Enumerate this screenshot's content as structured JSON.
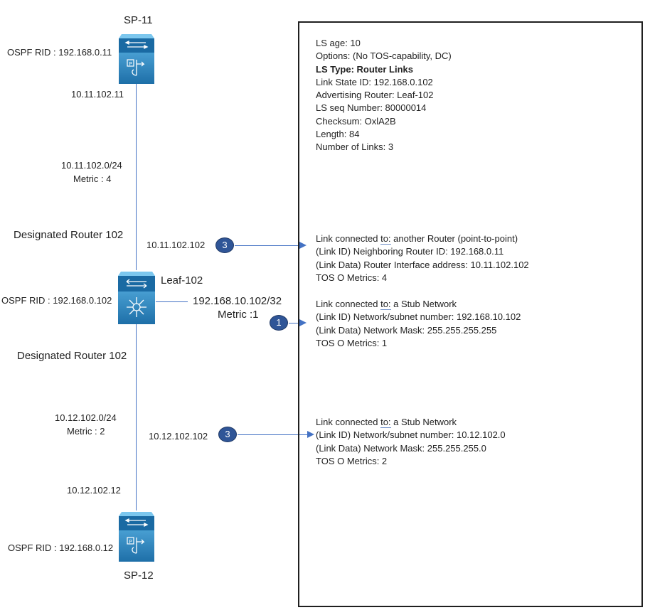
{
  "devices": {
    "sp11": {
      "name": "SP-11",
      "rid": "OSPF RID : 192.168.0.11",
      "intf_ip": "10.11.102.11"
    },
    "leaf": {
      "name": "Leaf-102",
      "rid": "OSPF RID : 192.168.0.102"
    },
    "sp12": {
      "name": "SP-12",
      "rid": "OSPF RID : 192.168.0.12",
      "intf_ip": "10.12.102.12"
    }
  },
  "links": {
    "top": {
      "subnet": "10.11.102.0/24",
      "metric": "Metric : 4",
      "dr": "Designated Router 102",
      "leaf_ip": "10.11.102.102",
      "badge": "3"
    },
    "stub": {
      "prefix": "192.168.10.102/32",
      "metric": "Metric :1",
      "badge": "1"
    },
    "bottom": {
      "subnet": "10.12.102.0/24",
      "metric": "Metric : 2",
      "dr": "Designated Router 102",
      "leaf_ip": "10.12.102.102",
      "badge": "3"
    }
  },
  "lsa": {
    "header": [
      "LS age: 10",
      "Options: (No TOS-capability, DC)",
      "LS Type: Router Links",
      "Link State ID: 192.168.0.102",
      "Advertising Router: Leaf-102",
      "LS seq Number: 80000014",
      "Checksum: OxlA2B",
      "Length: 84",
      "Number of Links: 3"
    ],
    "link1": {
      "prefix": "Link connected ",
      "underlined": "to:",
      "rest": " another Router (point-to-point)",
      "lines": [
        "(Link ID) Neighboring Router ID: 192.168.0.11",
        "(Link Data) Router Interface address: 10.11.102.102",
        "TOS O Metrics: 4"
      ]
    },
    "link2": {
      "prefix": "Link connected ",
      "underlined": "to:",
      "rest": " a Stub Network",
      "lines": [
        "(Link ID) Network/subnet number: 192.168.10.102",
        "(Link Data) Network Mask: 255.255.255.255",
        "TOS O Metrics: 1"
      ]
    },
    "link3": {
      "prefix": "Link connected ",
      "underlined": "to:",
      "rest": " a Stub Network",
      "lines": [
        "(Link ID) Network/subnet number: 10.12.102.0",
        "(Link Data) Network Mask: 255.255.255.0",
        "TOS O Metrics: 2"
      ]
    }
  },
  "colors": {
    "line": "#4472c4",
    "badge": "#2f5597",
    "device_dark": "#1e6fa8",
    "device_light": "#5bb4e5"
  },
  "icons": {
    "spine": "spine-switch-icon",
    "leaf": "leaf-switch-icon"
  }
}
